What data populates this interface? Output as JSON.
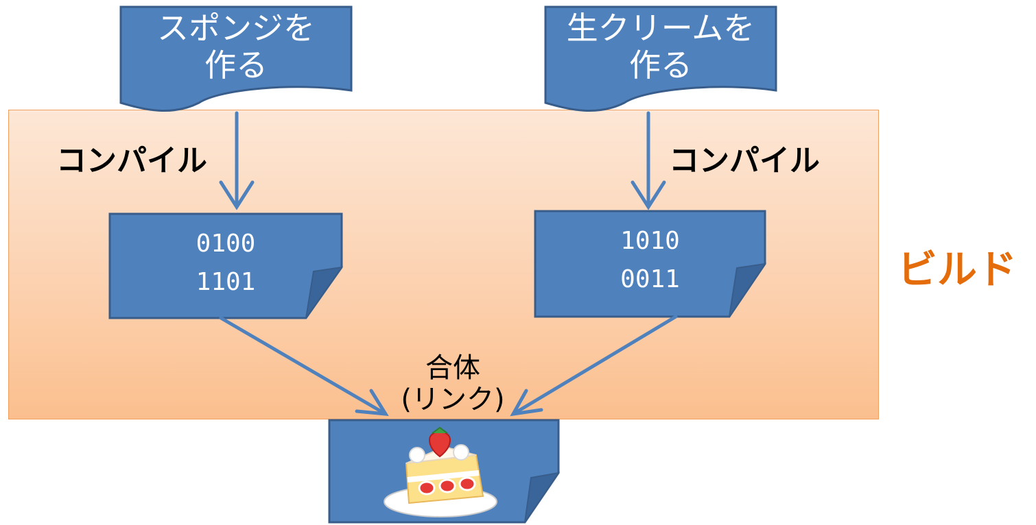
{
  "sources": {
    "sponge": {
      "line1": "スポンジを",
      "line2": "作る"
    },
    "cream": {
      "line1": "生クリームを",
      "line2": "作る"
    }
  },
  "compile": {
    "left": "コンパイル",
    "right": "コンパイル"
  },
  "objects": {
    "left": {
      "line1": "0100",
      "line2": "1101"
    },
    "right": {
      "line1": "1010",
      "line2": "0011"
    }
  },
  "link": {
    "line1": "合体",
    "line2": "(リンク)"
  },
  "build_label": "ビルド",
  "colors": {
    "shape_fill": "#4f81bd",
    "shape_stroke": "#385d8a",
    "arrow": "#4f81bd",
    "build_region": "#fbd5b5",
    "build_label": "#e46c0a"
  },
  "icons": {
    "result": "shortcake-icon"
  }
}
